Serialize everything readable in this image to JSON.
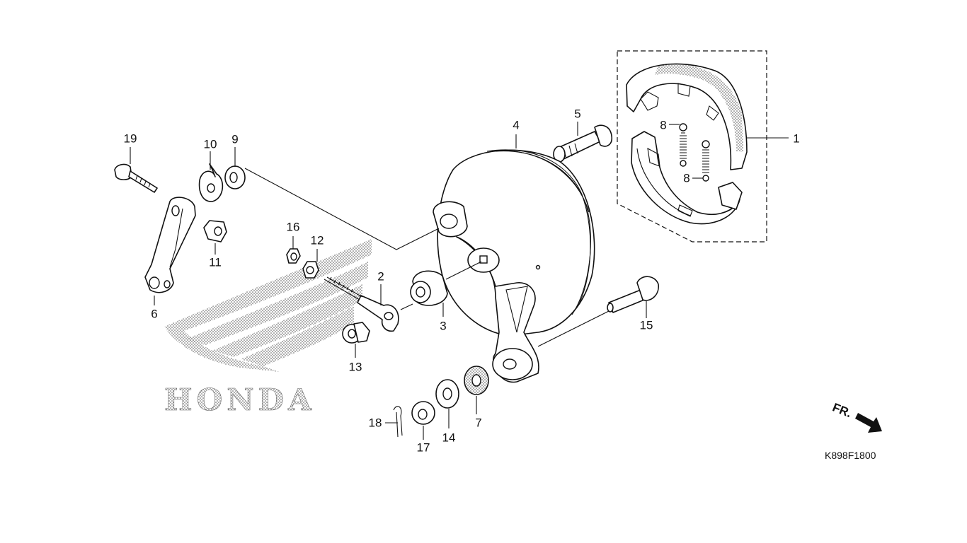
{
  "diagram": {
    "logo_text": "HONDA",
    "drawing_code": "K898F1800",
    "direction_label": "FR.",
    "callouts": [
      {
        "id": "c1",
        "text": "1"
      },
      {
        "id": "c2",
        "text": "2"
      },
      {
        "id": "c3",
        "text": "3"
      },
      {
        "id": "c4",
        "text": "4"
      },
      {
        "id": "c5",
        "text": "5"
      },
      {
        "id": "c6",
        "text": "6"
      },
      {
        "id": "c7",
        "text": "7"
      },
      {
        "id": "c8a",
        "text": "8"
      },
      {
        "id": "c8b",
        "text": "8"
      },
      {
        "id": "c9",
        "text": "9"
      },
      {
        "id": "c10",
        "text": "10"
      },
      {
        "id": "c11",
        "text": "11"
      },
      {
        "id": "c12",
        "text": "12"
      },
      {
        "id": "c13",
        "text": "13"
      },
      {
        "id": "c14",
        "text": "14"
      },
      {
        "id": "c15",
        "text": "15"
      },
      {
        "id": "c16",
        "text": "16"
      },
      {
        "id": "c17",
        "text": "17"
      },
      {
        "id": "c18",
        "text": "18"
      },
      {
        "id": "c19",
        "text": "19"
      }
    ]
  }
}
